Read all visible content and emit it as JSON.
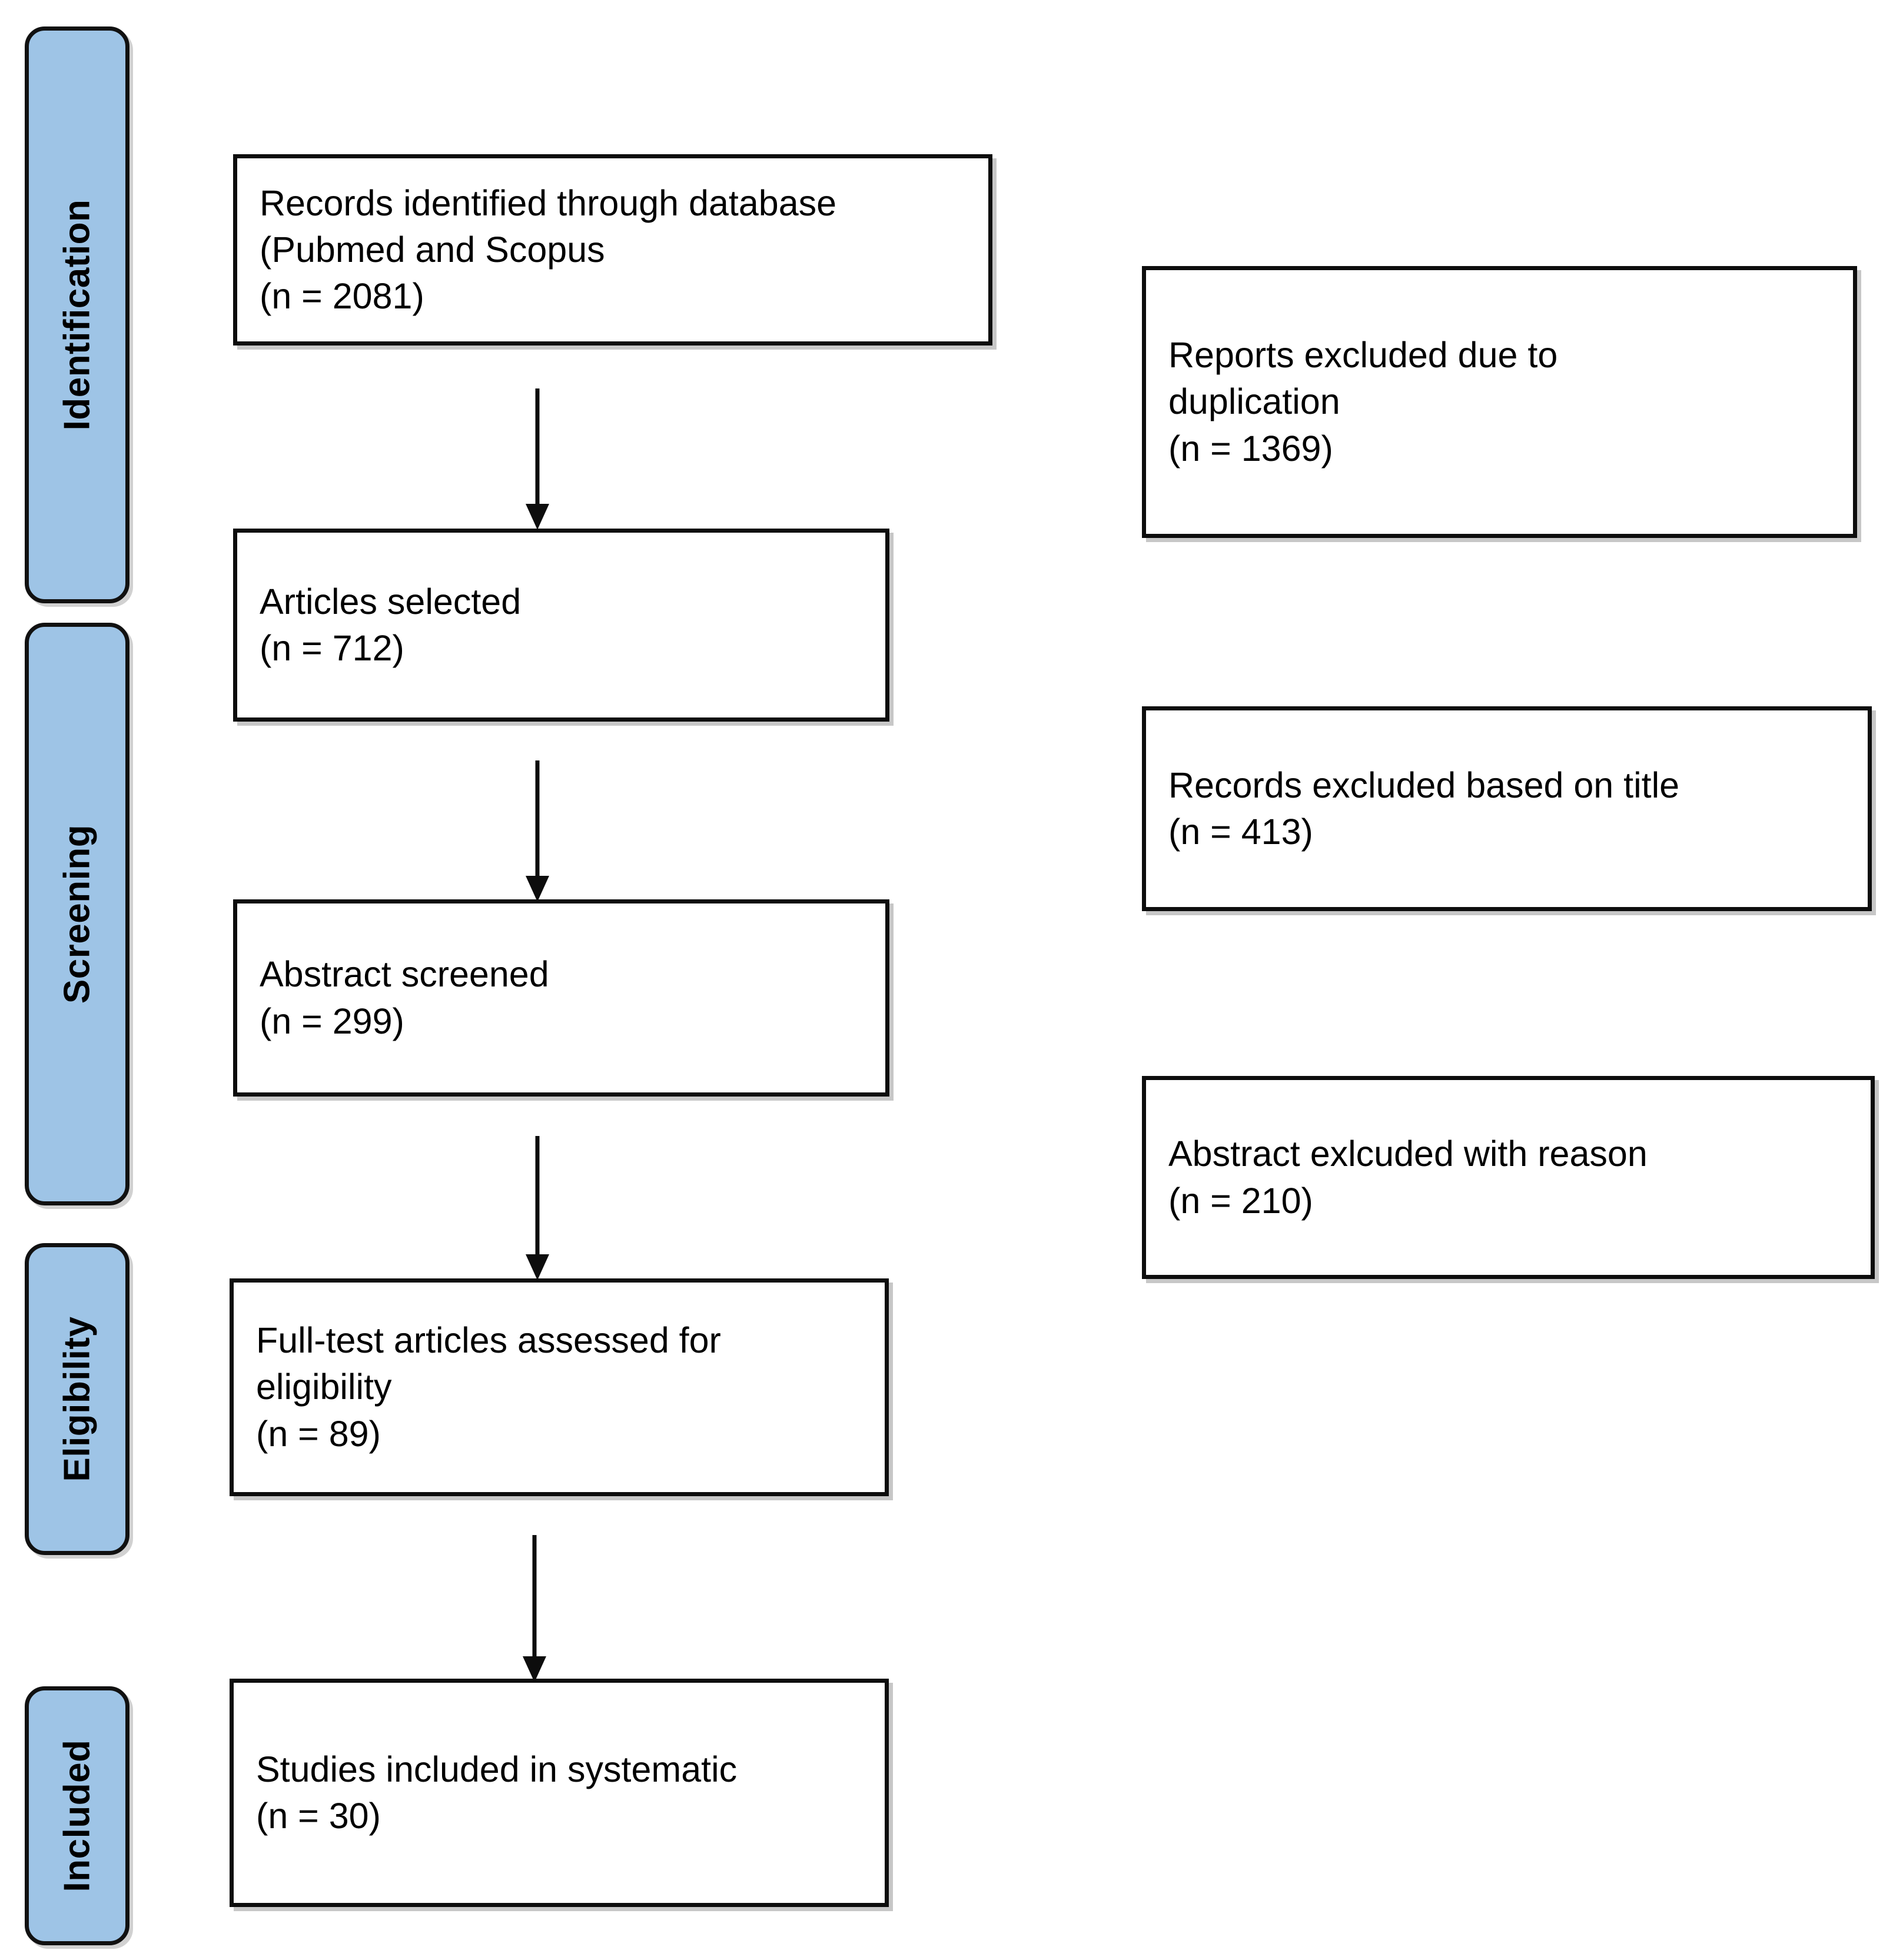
{
  "diagram": {
    "type": "prisma-flow-diagram",
    "title": "",
    "accent_color": "#9EC4E6",
    "border_color": "#0D0D0D",
    "background_color": "#FFFFFF"
  },
  "stages": [
    {
      "label": "Identification"
    },
    {
      "label": "Screening"
    },
    {
      "label": "Eligibility"
    },
    {
      "label": "Included"
    }
  ],
  "flow_boxes": [
    {
      "id": "records-identified",
      "text": "Records identified through database\n(Pubmed and Scopus\n(n  = 2081)",
      "count": 2081
    },
    {
      "id": "articles-selected",
      "text": "Articles selected\n(n  = 712)",
      "count": 712
    },
    {
      "id": "abstract-screened",
      "text": "Abstract screened\n(n = 299)",
      "count": 299
    },
    {
      "id": "full-text-assessed",
      "text": "Full-test articles assessed for\neligibility\n(n = 89)",
      "count": 89
    },
    {
      "id": "studies-included",
      "text": "Studies included in systematic\n(n = 30)",
      "count": 30
    }
  ],
  "exclusion_boxes": [
    {
      "id": "excluded-duplication",
      "text": "Reports excluded due to\nduplication\n(n  = 1369)",
      "count": 1369
    },
    {
      "id": "excluded-title",
      "text": "Records excluded based on title\n(n = 413)",
      "count": 413
    },
    {
      "id": "excluded-abstract",
      "text": "Abstract exlcuded with reason\n(n  = 210)",
      "count": 210
    }
  ],
  "connectors": [
    {
      "id": "arrow-1",
      "from": "records-identified",
      "to": "articles-selected"
    },
    {
      "id": "arrow-2",
      "from": "articles-selected",
      "to": "abstract-screened"
    },
    {
      "id": "arrow-3",
      "from": "abstract-screened",
      "to": "full-text-assessed"
    },
    {
      "id": "arrow-4",
      "from": "full-text-assessed",
      "to": "studies-included"
    }
  ]
}
